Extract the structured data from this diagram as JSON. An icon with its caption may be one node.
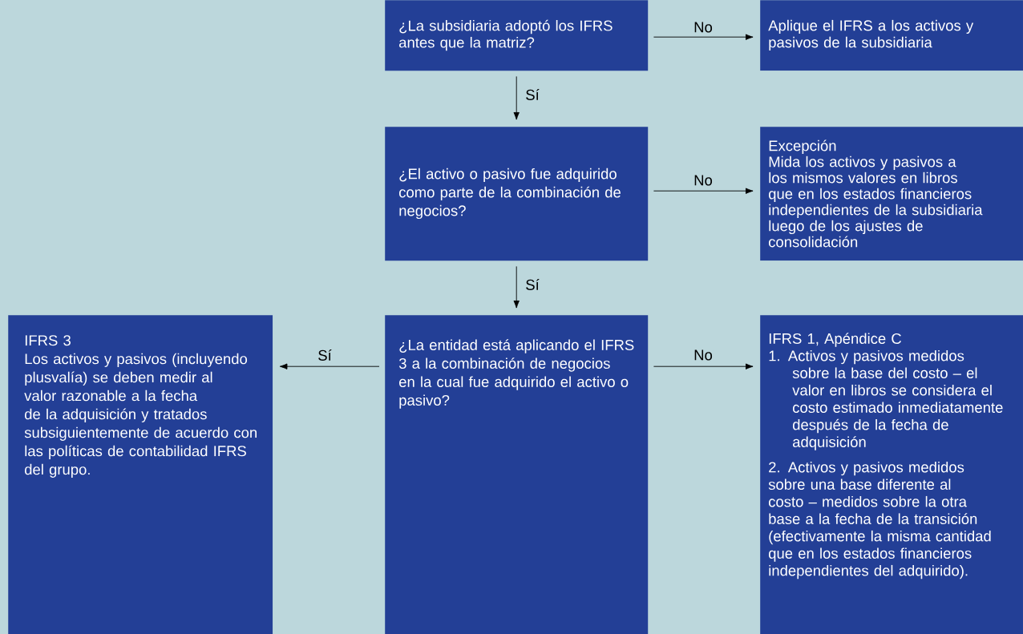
{
  "diagram": {
    "nodes": [
      {
        "text": [
          "¿La subsidiaria adoptó los IFRS antes que la matriz?"
        ]
      },
      {
        "text": [
          "Aplique el IFRS a los activos y pasivos de la subsidiaria"
        ]
      },
      {
        "text": [
          "¿El activo o pasivo fue adquirido como parte de la combinación de negocios?"
        ]
      },
      {
        "text": [
          "Excepción",
          "Mida los activos y pasivos a los mismos valores en libros que en los estados financieros independientes de la subsidiaria luego de los ajustes de consolidación"
        ]
      },
      {
        "text": [
          "¿La entidad está aplicando el IFRS 3 a la combinación de negocios en la cual fue adquirido el activo o pasivo?"
        ]
      },
      {
        "text": [
          "IFRS 1, Apéndice C",
          "1. Activos y pasivos medidos sobre la base del costo – el valor en libros se considera el costo estimado inmediatamente después de la fecha de adquisición",
          "2. Activos y pasivos medidos sobre una base diferente al costo – medidos sobre la otra base a la fecha de la transición (efectivamente la misma cantidad que en los estados financieros independientes del adquirido)."
        ]
      },
      {
        "text": [
          "IFRS 3",
          "Los activos y pasivos (incluyendo plusvalía) se deben medir al valor razonable a la fecha de la adquisición y tratados subsiguientemente de acuerdo con las políticas de contabilidad IFRS del grupo."
        ]
      }
    ],
    "edges": [
      {
        "from": 0,
        "to": 1,
        "arrow": "to",
        "label": "No"
      },
      {
        "from": 0,
        "to": 2,
        "arrow": "to",
        "label": "Sí"
      },
      {
        "from": 2,
        "to": 3,
        "arrow": "to",
        "label": "No"
      },
      {
        "from": 2,
        "to": 4,
        "arrow": "to",
        "label": "Sí"
      },
      {
        "from": 4,
        "to": 6,
        "arrow": "to",
        "label": "Sí"
      },
      {
        "from": 4,
        "to": 5,
        "arrow": "to",
        "label": "No"
      }
    ]
  }
}
